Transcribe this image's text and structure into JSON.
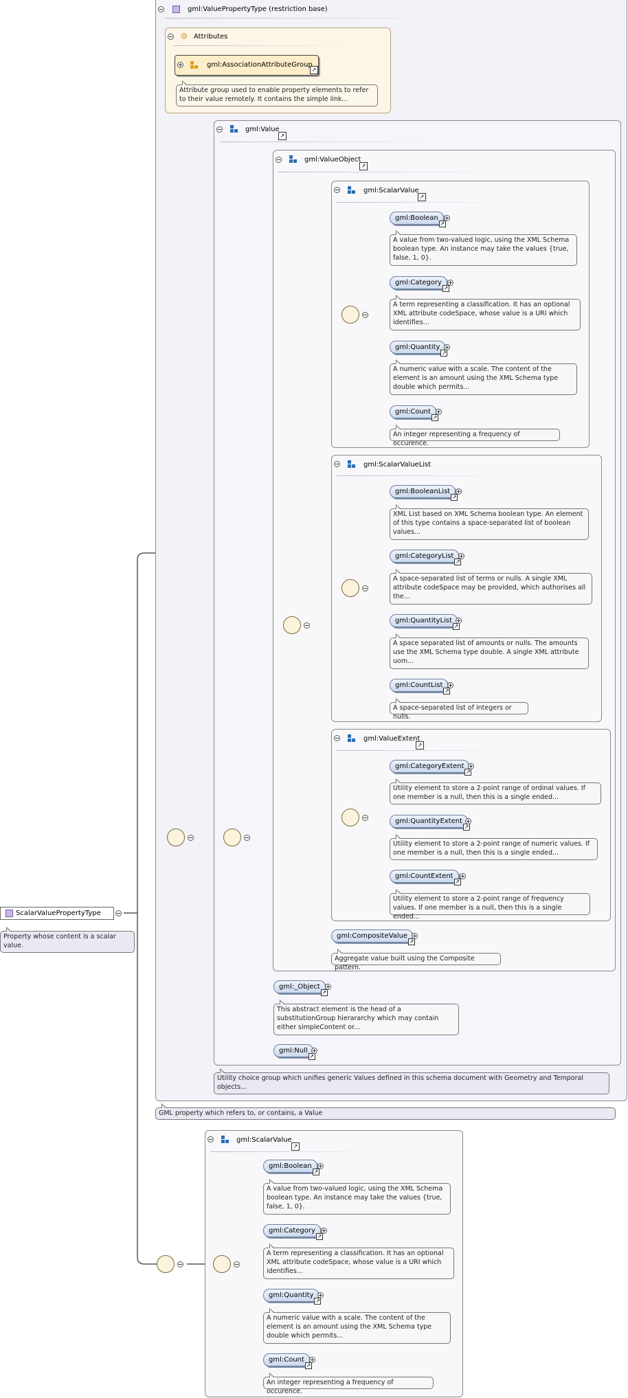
{
  "root": {
    "label": "ScalarValuePropertyType",
    "doc": "Property whose content is a scalar value."
  },
  "restriction": {
    "label": "gml:ValuePropertyType (restriction base)",
    "doc": "GML property which refers to, or contains, a Value"
  },
  "attributes": {
    "label": "Attributes",
    "group": "gml:AssociationAttributeGroup",
    "doc": "Attribute group used to enable property elements to refer to their value remotely. It contains the simple link..."
  },
  "value_group": {
    "label": "gml:Value",
    "doc": "Utility choice group which unifies generic Values defined in this schema document with Geometry and Temporal objects..."
  },
  "value_object": {
    "label": "gml:ValueObject"
  },
  "scalar_value": {
    "label": "gml:ScalarValue",
    "items": [
      {
        "name": "gml:Boolean",
        "doc": "A value from two-valued logic, using the XML Schema boolean type. An instance may take the values {true, false, 1, 0}."
      },
      {
        "name": "gml:Category",
        "doc": "A term representing a classification. It has an optional XML attribute codeSpace, whose value is a URI which identifies..."
      },
      {
        "name": "gml:Quantity",
        "doc": "A numeric value with a scale. The content of the element is an amount using the XML Schema type double which permits..."
      },
      {
        "name": "gml:Count",
        "doc": "An integer representing a frequency of occurence."
      }
    ]
  },
  "scalar_value_list": {
    "label": "gml:ScalarValueList",
    "items": [
      {
        "name": "gml:BooleanList",
        "doc": "XML List based on XML Schema boolean type. An element of this type contains a space-separated list of boolean values..."
      },
      {
        "name": "gml:CategoryList",
        "doc": "A space-separated list of terms or nulls. A single XML attribute codeSpace may be provided, which authorises all the..."
      },
      {
        "name": "gml:QuantityList",
        "doc": "A space separated list of amounts or nulls. The amounts use the XML Schema type double. A single XML attribute uom..."
      },
      {
        "name": "gml:CountList",
        "doc": "A space-separated list of integers or nulls."
      }
    ]
  },
  "value_extent": {
    "label": "gml:ValueExtent",
    "items": [
      {
        "name": "gml:CategoryExtent",
        "doc": "Utility element to store a 2-point range of ordinal values. If one member is a null, then this is a single ended..."
      },
      {
        "name": "gml:QuantityExtent",
        "doc": "Utility element to store a 2-point range of numeric values. If one member is a null, then this is a single ended..."
      },
      {
        "name": "gml:CountExtent",
        "doc": "Utility element to store a 2-point range of frequency values. If one member is a null, then this is a single ended..."
      }
    ]
  },
  "composite_value": {
    "name": "gml:CompositeValue",
    "doc": "Aggregate value built using the Composite pattern."
  },
  "object": {
    "name": "gml:_Object",
    "doc": "This abstract element is the head of a substitutionGroup hierararchy which may contain either simpleContent or..."
  },
  "null": {
    "name": "gml:Null"
  },
  "scalar_value_2": {
    "label": "gml:ScalarValue",
    "items": [
      {
        "name": "gml:Boolean",
        "doc": "A value from two-valued logic, using the XML Schema boolean type. An instance may take the values {true, false, 1, 0}."
      },
      {
        "name": "gml:Category",
        "doc": "A term representing a classification. It has an optional XML attribute codeSpace, whose value is a URI which identifies..."
      },
      {
        "name": "gml:Quantity",
        "doc": "A numeric value with a scale. The content of the element is an amount using the XML Schema type double which permits..."
      },
      {
        "name": "gml:Count",
        "doc": "An integer representing a frequency of occurence."
      }
    ]
  },
  "link_glyph": "↗"
}
